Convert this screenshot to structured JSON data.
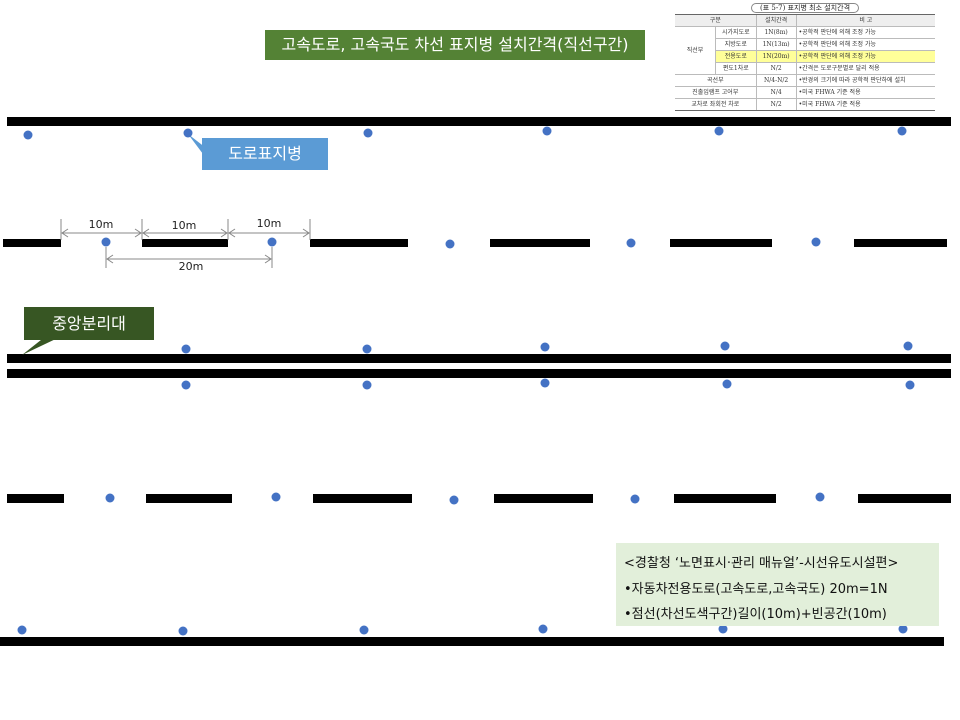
{
  "title": "고속도로, 고속국도 차선 표지병 설치간격(직선구간)",
  "labels": {
    "delineator": "도로표지병",
    "median": "중앙분리대"
  },
  "dimensions": {
    "d1": "10m",
    "d2": "10m",
    "d3": "10m",
    "d4": "20m"
  },
  "reference": {
    "line1": "<경찰청 ‘노면표시·관리 매뉴얼’-시선유도시설편>",
    "line2": "•자동차전용도로(고속도로,고속국도) 20m=1N",
    "line3": "•점선(차선도색구간)길이(10m)+빈공간(10m)"
  },
  "table": {
    "caption": "(표 5-7) 표지병 최소 설치간격",
    "headers": [
      "구분",
      "설치간격",
      "비    고"
    ],
    "group_label": "직선부",
    "rows": [
      {
        "c1": "시가지도로",
        "c2": "1N(8m)",
        "c3": "•공학적 판단에 의해 조정 가능",
        "highlight": false
      },
      {
        "c1": "지방도로",
        "c2": "1N(13m)",
        "c3": "•공학적 판단에 의해 조정 가능",
        "highlight": false
      },
      {
        "c1": "전용도로",
        "c2": "1N(20m)",
        "c3": "•공학적 판단에 의해 조정 가능",
        "highlight": true
      },
      {
        "c1": "편도1차로",
        "c2": "N/2",
        "c3": "•간격은 도로구분별로 달리 적용",
        "highlight": false
      },
      {
        "c1": "곡선부",
        "c2": "N/4-N/2",
        "c3": "•반경의 크기에 따라 공학적 판단하에 설치",
        "highlight": false
      },
      {
        "c1": "진출입램프 고어부",
        "c2": "N/4",
        "c3": "•미국 FHWA 기준 적용",
        "highlight": false
      },
      {
        "c1": "교차로 좌회전 차로",
        "c2": "N/2",
        "c3": "•미국 FHWA 기준 적용",
        "highlight": false
      }
    ]
  },
  "colors": {
    "title_bg": "#548235",
    "delineator_bg": "#5b9bd5",
    "median_bg": "#375623",
    "reference_bg": "#e2efda",
    "marker": "#4472c4",
    "lane": "#000000",
    "highlight": "#ffff99"
  }
}
